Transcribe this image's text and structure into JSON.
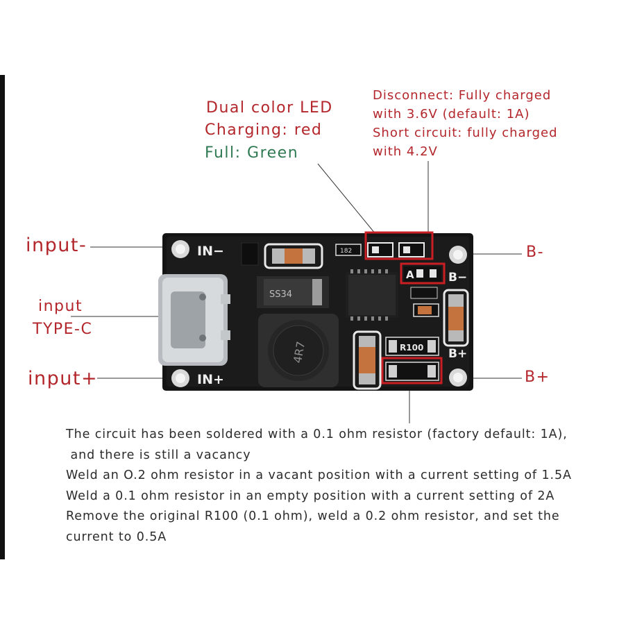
{
  "labels": {
    "input_minus": "input-",
    "input_plus": "input+",
    "input_typec_line1": "input",
    "input_typec_line2": "TYPE-C",
    "b_minus": "B-",
    "b_plus": "B+"
  },
  "led_note": {
    "line1": "Dual color LED",
    "line2": "Charging: red",
    "line3": "Full: Green"
  },
  "voltage_note": {
    "line1": "Disconnect: Fully charged",
    "line2": "with 3.6V (default: 1A)",
    "line3": "Short circuit: fully charged",
    "line4": "with 4.2V"
  },
  "board": {
    "silk_in_minus": "IN−",
    "silk_in_plus": "IN+",
    "silk_b_minus": "B−",
    "silk_b_plus": "B+",
    "silk_a": "A",
    "diode_mark": "SS34",
    "inductor_mark": "4R7",
    "resistor_mark": "R100",
    "led_mark": "182"
  },
  "description": [
    "The circuit has been soldered with a 0.1 ohm resistor (factory default: 1A),",
    " and there is still a vacancy",
    "Weld an O.2 ohm resistor in a vacant position with a current setting of 1.5A",
    "Weld a 0.1 ohm resistor in an empty position with a current setting of 2A",
    "Remove the original R100 (0.1 ohm), weld a 0.2 ohm resistor, and set the",
    "current to 0.5A"
  ],
  "colors": {
    "annotation_red": "#b3262b",
    "green_text": "#2f7a52",
    "pcb": "#141414",
    "highlight_box": "#c81e24"
  }
}
